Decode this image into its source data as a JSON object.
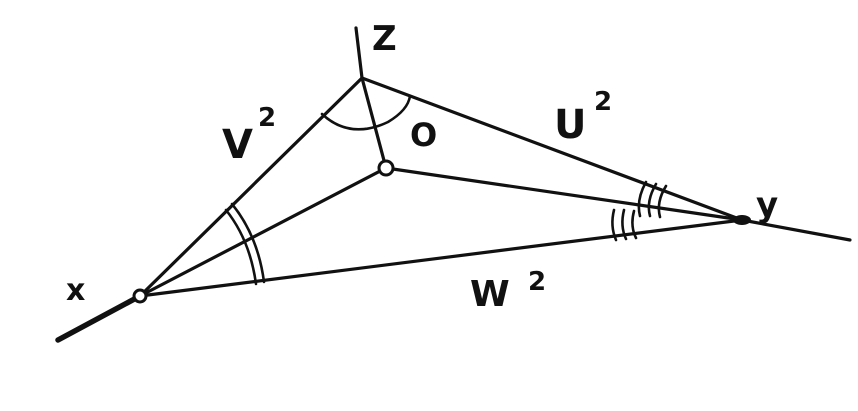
{
  "labels": {
    "z": "Z",
    "x": "x",
    "y": "y",
    "o": "O",
    "v": "V",
    "u": "U",
    "w": "W",
    "exponent": "2"
  },
  "colors": {
    "ink": "#111111",
    "background": "#ffffff"
  }
}
